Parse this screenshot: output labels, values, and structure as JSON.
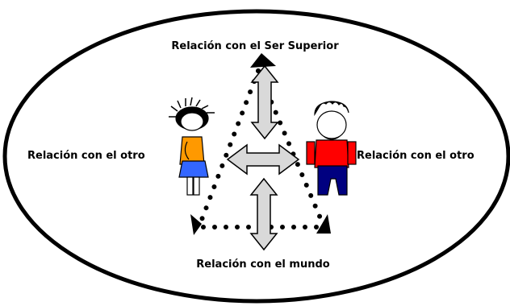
{
  "labels": {
    "top": "Relación con el Ser Superior",
    "left": "Relación con el otro",
    "right": "Relación con el otro",
    "bottom": "Relación con el mundo"
  },
  "colors": {
    "outline": "#000000",
    "arrow_fill": "#d9d9d9",
    "girl_shirt": "#ff9900",
    "girl_skirt": "#3366ff",
    "boy_shirt": "#ff0000",
    "boy_pants": "#000080"
  },
  "icons": [
    "girl-figure",
    "boy-figure",
    "double-arrow-vertical",
    "double-arrow-horizontal",
    "triangle-marker"
  ]
}
